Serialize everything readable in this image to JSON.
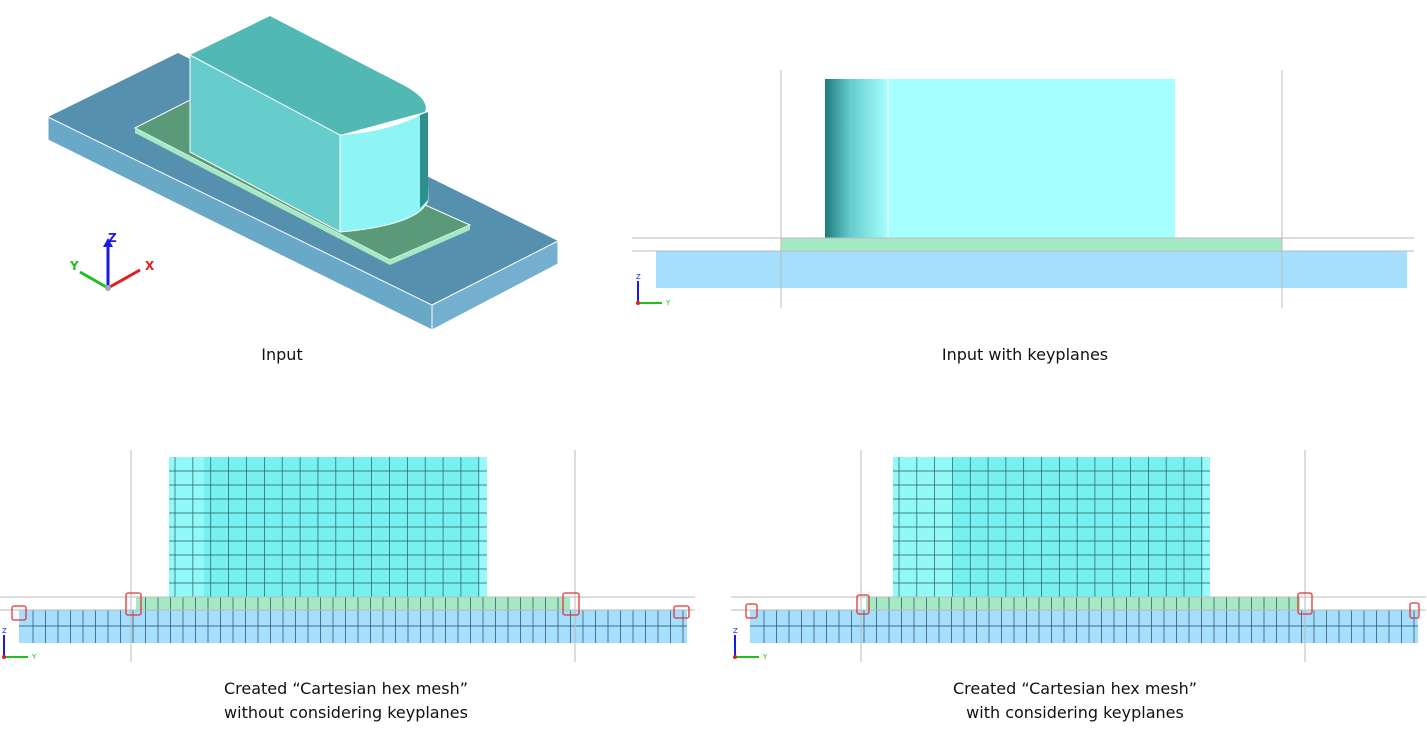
{
  "panels": [
    {
      "caption": "Input"
    },
    {
      "caption": "Input with keyplanes"
    },
    {
      "caption_line1": "Created “Cartesian hex mesh”",
      "caption_line2": "without considering keyplanes"
    },
    {
      "caption_line1": "Created “Cartesian hex mesh”",
      "caption_line2": "with considering keyplanes"
    }
  ],
  "axes": {
    "x": "X",
    "y": "Y",
    "z": "Z"
  },
  "colors": {
    "base_plate": "#a5dffd",
    "thin_plate": "#a5e8c4",
    "block": "#a5ffff",
    "block_mesh": "#77f0f0",
    "highlight": "#e53333",
    "iso_base": "#5590ae",
    "iso_green": "#5a9a78",
    "iso_block": "#52b8b4"
  }
}
